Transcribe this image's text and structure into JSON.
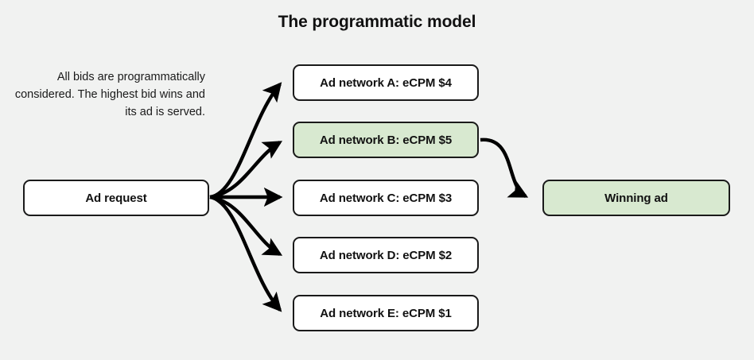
{
  "page": {
    "title": "The programmatic model",
    "background_color": "#f1f2f1",
    "description": "All bids are programmatically considered. The highest bid wins and its ad is served."
  },
  "colors": {
    "node_fill": "#ffffff",
    "node_highlight_fill": "#d8e9d0",
    "node_border": "#1a1a1a",
    "arrow": "#000000",
    "text": "#111111"
  },
  "nodes": {
    "source": {
      "label": "Ad request",
      "highlighted": false
    },
    "networks": [
      {
        "label": "Ad network A: eCPM $4",
        "highlighted": false,
        "network": "A",
        "ecpm": 4
      },
      {
        "label": "Ad network B: eCPM $5",
        "highlighted": true,
        "network": "B",
        "ecpm": 5
      },
      {
        "label": "Ad network C: eCPM $3",
        "highlighted": false,
        "network": "C",
        "ecpm": 3
      },
      {
        "label": "Ad network D: eCPM $2",
        "highlighted": false,
        "network": "D",
        "ecpm": 2
      },
      {
        "label": "Ad network E: eCPM $1",
        "highlighted": false,
        "network": "E",
        "ecpm": 1
      }
    ],
    "winner": {
      "label": "Winning ad",
      "highlighted": true
    }
  }
}
